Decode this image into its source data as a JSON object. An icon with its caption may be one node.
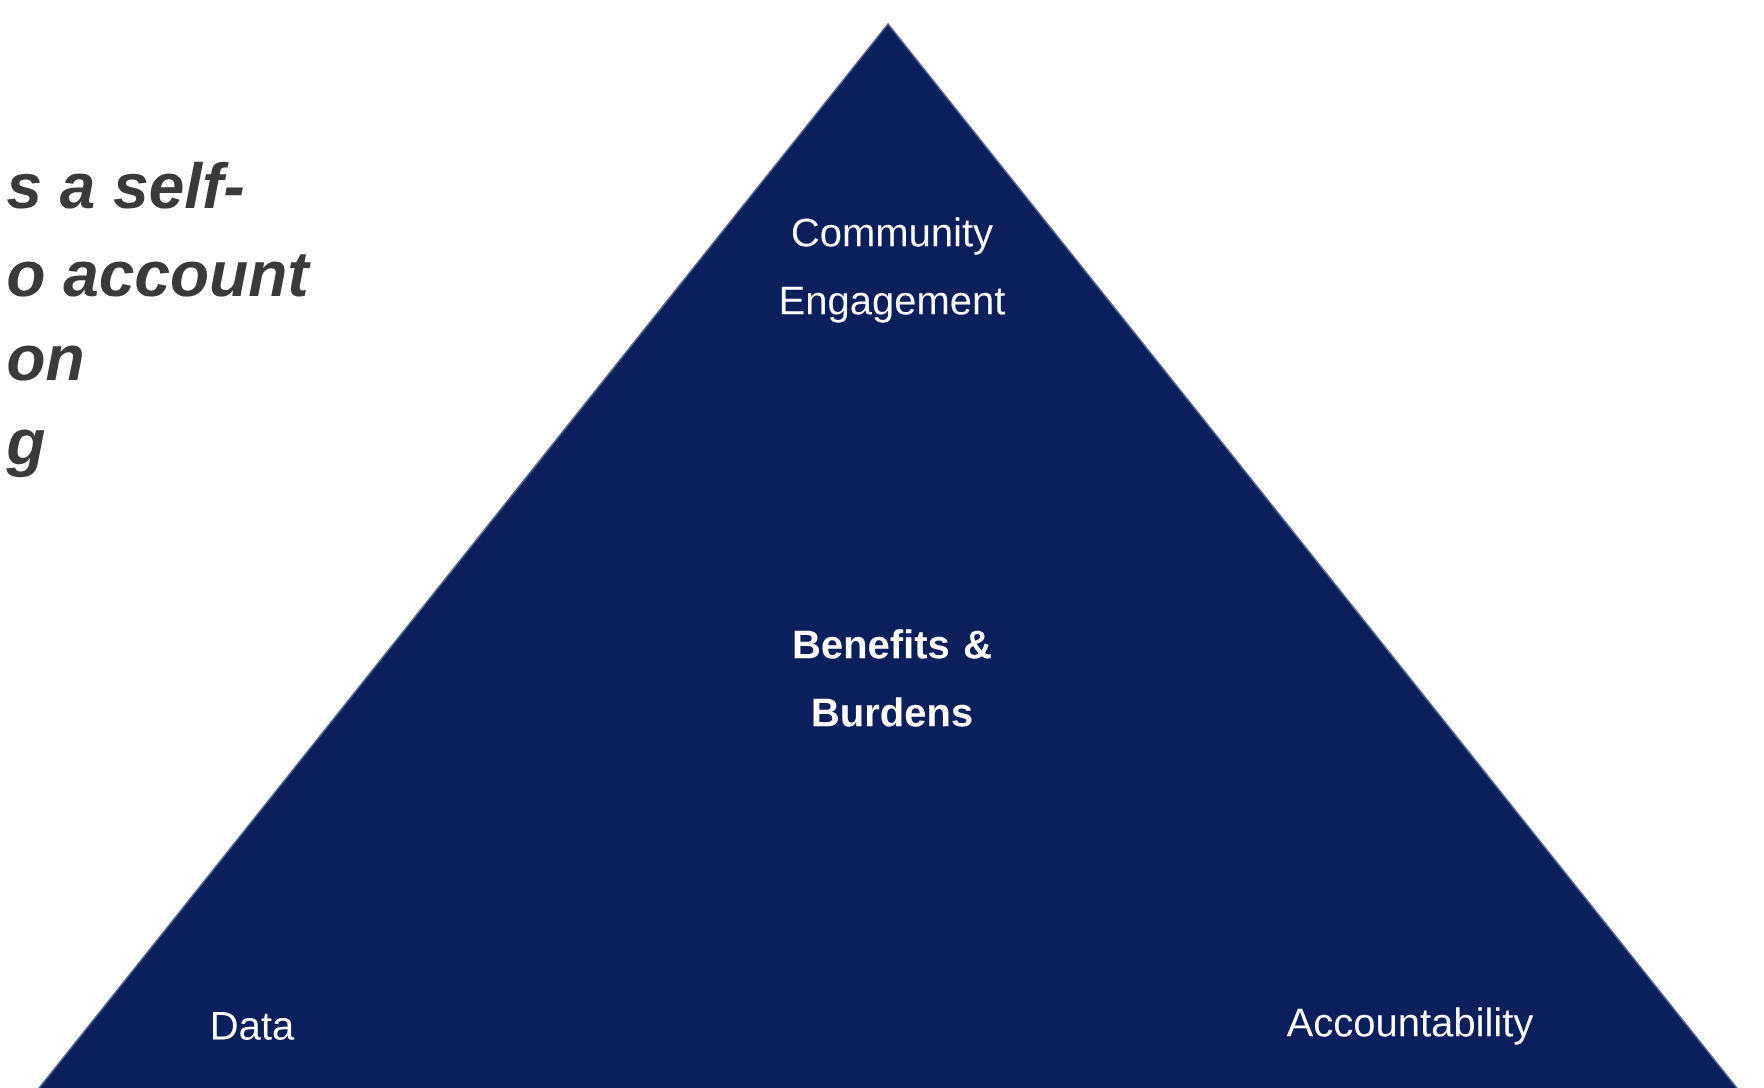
{
  "diagram": {
    "nodes": [
      {
        "text": [
          "Community Engagement",
          "Benefits & Burdens",
          "Data",
          "Accountability"
        ]
      }
    ],
    "labels": [
      "s a self-",
      "o account",
      "on",
      "g"
    ]
  }
}
